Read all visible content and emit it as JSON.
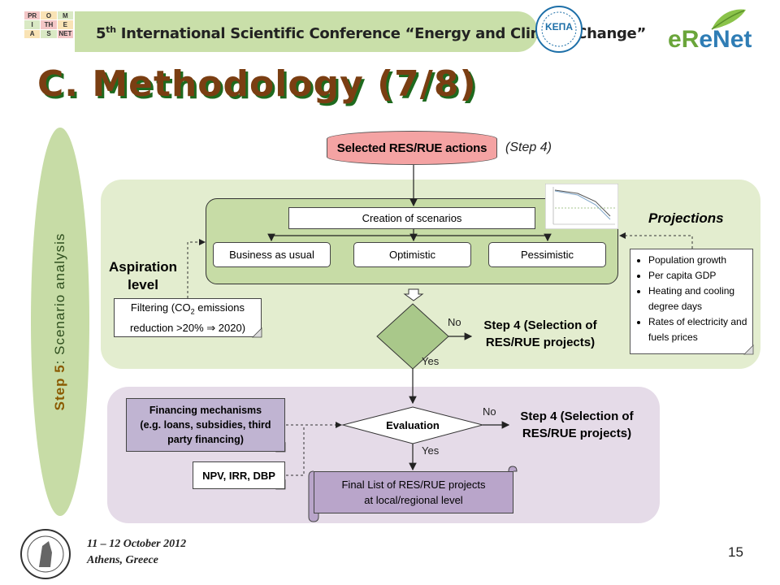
{
  "header": {
    "logo_letters": [
      "PR",
      "O",
      "M",
      "I",
      "TH",
      "E",
      "A",
      "S",
      "NET"
    ],
    "kepa_logo_text": "ΚΕΠΑ",
    "conference_title_pre": "5",
    "conference_title_sup": "th",
    "conference_title_post": " International Scientific Conference “Energy and Climate Change”",
    "erenet_e": "e",
    "erenet_R": "R",
    "erenet_rest": "eNet"
  },
  "slide_title": "C. Methodology (7/8)",
  "step5": {
    "bold": "Step 5",
    "rest": ": Scenario analysis"
  },
  "diagram": {
    "selected_actions": "Selected RES/RUE actions",
    "step4_note": "(Step 4)",
    "creation_of_scenarios": "Creation of scenarios",
    "scenarios": [
      "Business as usual",
      "Optimistic",
      "Pessimistic"
    ],
    "aspiration_line1": "Aspiration",
    "aspiration_line2": "level",
    "filtering_line1": "Filtering (CO",
    "filtering_sub": "2",
    "filtering_line1b": " emissions",
    "filtering_line2a": "reduction >20% ",
    "filtering_arrow": "⇒",
    "filtering_line2b": " 2020)",
    "projections_title": "Projections",
    "projections_items": [
      "Population growth",
      "Per capita GDP",
      "Heating and cooling degree days",
      "Rates of electricity and fuels prices"
    ],
    "decision_no": "No",
    "decision_yes": "Yes",
    "step4_selection_a_line1": "Step 4 (Selection of",
    "step4_selection_a_line2": "RES/RUE projects)",
    "financing_line1": "Financing mechanisms",
    "financing_line2": "(e.g. loans, subsidies, third",
    "financing_line3": "party financing)",
    "npv": "NPV, IRR, DBP",
    "evaluation": "Evaluation",
    "eval_no": "No",
    "eval_yes": "Yes",
    "step4_selection_b_line1": "Step 4 (Selection of",
    "step4_selection_b_line2": "RES/RUE projects)",
    "final_line1": "Final List of RES/RUE projects",
    "final_line2": "at local/regional level"
  },
  "footer": {
    "date": "11 – 12 October 2012",
    "place": "Athens, Greece",
    "page": "15"
  },
  "colors": {
    "title": "#7a3e12",
    "green_region": "#e3edcf",
    "purple_region": "#e5dbe8",
    "selected_actions": "#f4a3a3",
    "decision_fill": "#a9c88a"
  }
}
